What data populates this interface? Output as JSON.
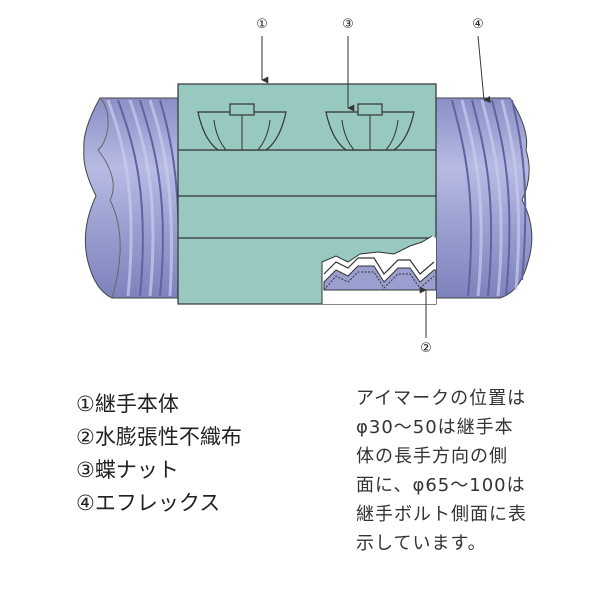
{
  "callouts": [
    "①",
    "②",
    "③",
    "④"
  ],
  "legend": [
    "①継手本体",
    "②水膨張性不織布",
    "③蝶ナット",
    "④エフレックス"
  ],
  "note_lines": [
    "アイマークの位置は",
    "φ30〜50は継手本",
    "体の長手方向の側",
    "面に、φ65〜100は",
    "継手ボルト側面に表",
    "示しています。"
  ],
  "colors": {
    "body": "#98c9c1",
    "pipe": "#9a9fd0",
    "pipe_dark": "#6f74ad",
    "outline": "#333333"
  }
}
